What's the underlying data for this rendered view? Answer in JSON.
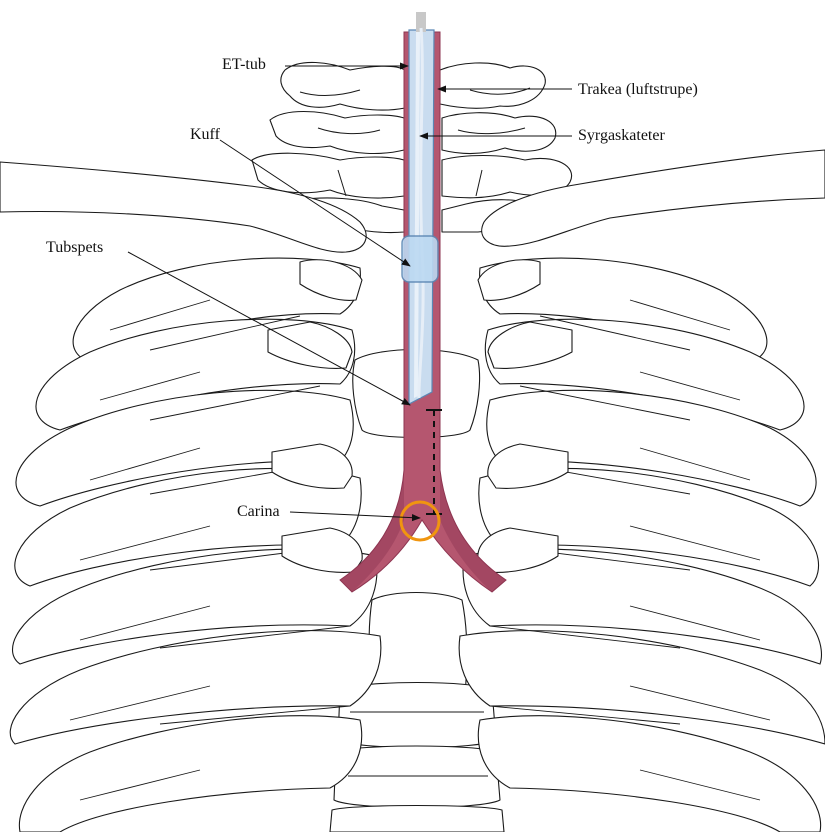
{
  "labels": {
    "et_tube": "ET-tub",
    "trachea": "Trakea (luftstrupe)",
    "cuff": "Kuff",
    "suction_catheter": "Syrgaskateter",
    "tube_tip": "Tubspets",
    "carina": "Carina"
  },
  "colors": {
    "trachea": "#b5566f",
    "trachea_dark": "#8e3551",
    "tube_fill": "#c9dcef",
    "tube_stroke": "#5b86b3",
    "cuff_fill": "#bcd9f2",
    "carina_ring": "#f0950f",
    "catheter_top": "#c8c8c8"
  }
}
